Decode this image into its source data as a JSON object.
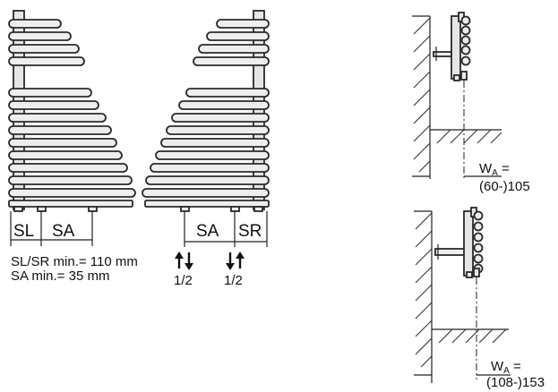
{
  "front_view": {
    "left_labels": [
      "SL",
      "SA"
    ],
    "right_labels": [
      "SA",
      "SR"
    ],
    "notes": [
      "SL/SR min.= 110 mm",
      "SA min.=  35 mm"
    ],
    "connection_left": "1/2",
    "connection_right": "1/2"
  },
  "side_view_top": {
    "w_label": "W",
    "w_sub": "A",
    "w_eq": " =",
    "value": "(60-)105"
  },
  "side_view_bottom": {
    "w_label": "W",
    "w_sub": "A",
    "w_eq": " =",
    "value": "(108-)153"
  },
  "colors": {
    "line": "#2a2a2a",
    "fill": "#eeeeee",
    "background": "#ffffff"
  }
}
